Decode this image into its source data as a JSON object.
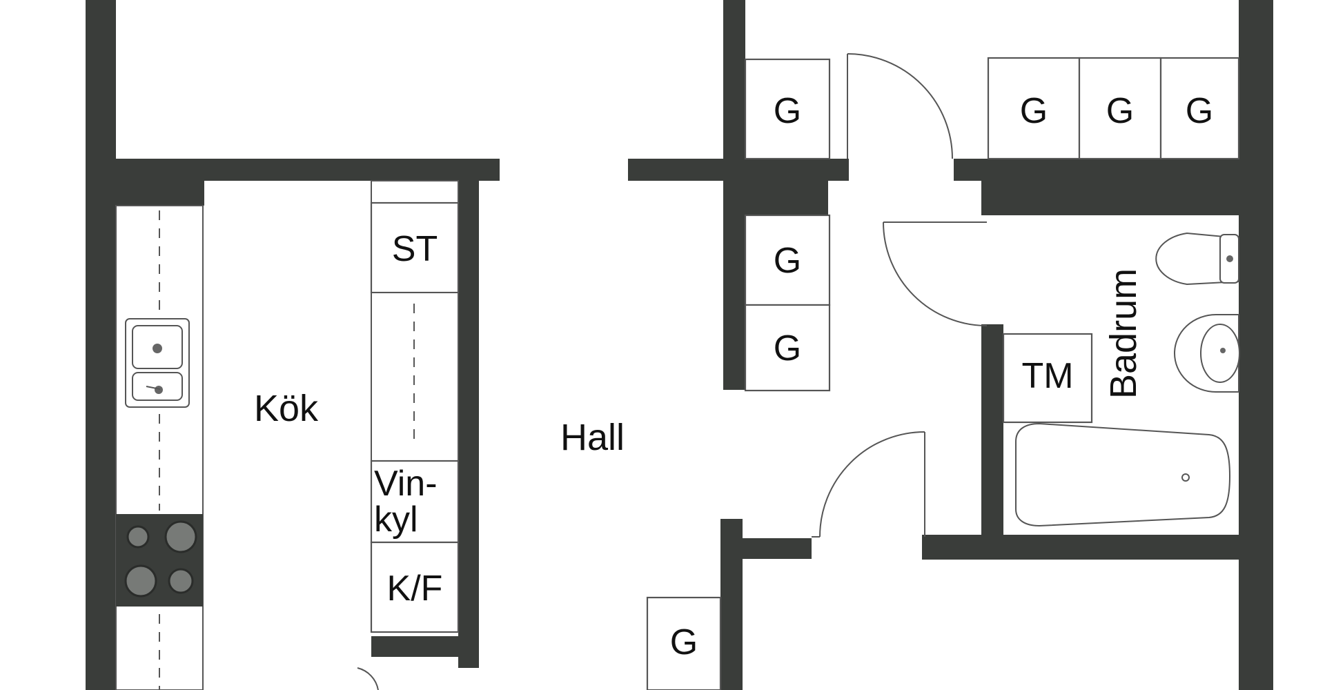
{
  "colors": {
    "wall": "#3a3d3a",
    "line": "#555555",
    "background": "#ffffff"
  },
  "rooms": {
    "kitchen": "Kök",
    "hall": "Hall",
    "bathroom": "Badrum"
  },
  "fixtures": {
    "closet": "G",
    "st": "ST",
    "wine_cooler_line1": "Vin-",
    "wine_cooler_line2": "kyl",
    "fridge_freezer": "K/F",
    "washer": "TM"
  }
}
